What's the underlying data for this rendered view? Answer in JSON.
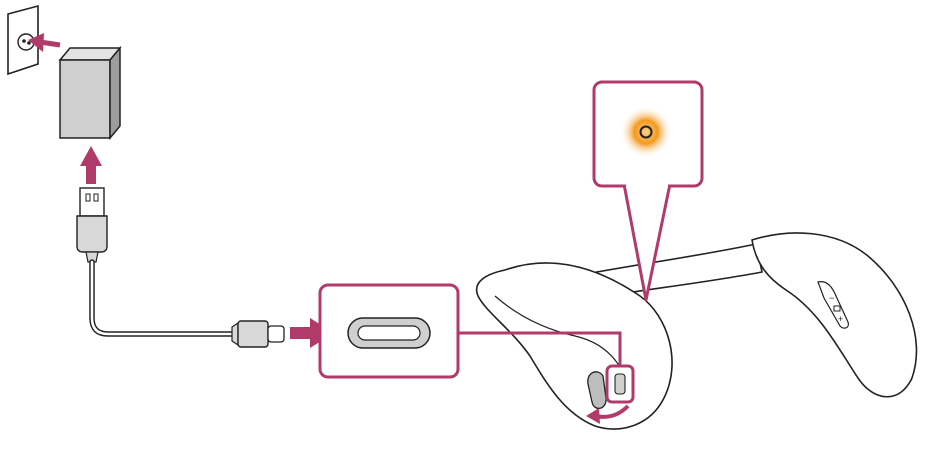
{
  "diagram": {
    "steps": [
      "wall-outlet",
      "ac-adapter",
      "usb-cable",
      "usb-c-port-callout",
      "neckband-speaker",
      "charge-indicator-callout"
    ],
    "indicator": {
      "state": "lit",
      "glow_color": "#f39a1f",
      "core_color": "#fbd08a"
    },
    "colors": {
      "line": "#222222",
      "device_fill": "#ffffff",
      "adapter_fill": "#cfcfcf",
      "adapter_top": "#e4e4e4",
      "adapter_side": "#9d9d9d",
      "plug_fill": "#d8d8d8",
      "accent": "#b03a6a"
    },
    "icons": [
      "outlet-icon",
      "adapter-icon",
      "usb-a-plug-icon",
      "usb-c-plug-icon",
      "usb-c-port-icon",
      "arrow-icon",
      "open-cover-arrow-icon"
    ]
  }
}
